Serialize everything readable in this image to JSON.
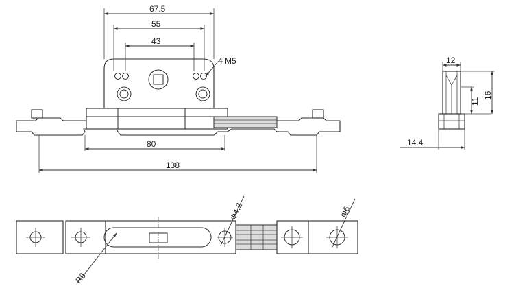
{
  "front_view": {
    "dim_67_5": "67.5",
    "dim_55": "55",
    "dim_43": "43",
    "dim_80": "80",
    "dim_138": "138",
    "callout_holes": "4 M5"
  },
  "side_view": {
    "dim_12": "12",
    "dim_11": "11",
    "dim_16": "16",
    "dim_14_4": "14.4"
  },
  "top_view": {
    "dim_phi_4_2": "Φ4.2",
    "dim_phi_6": "Φ6",
    "dim_r6": "R6"
  }
}
